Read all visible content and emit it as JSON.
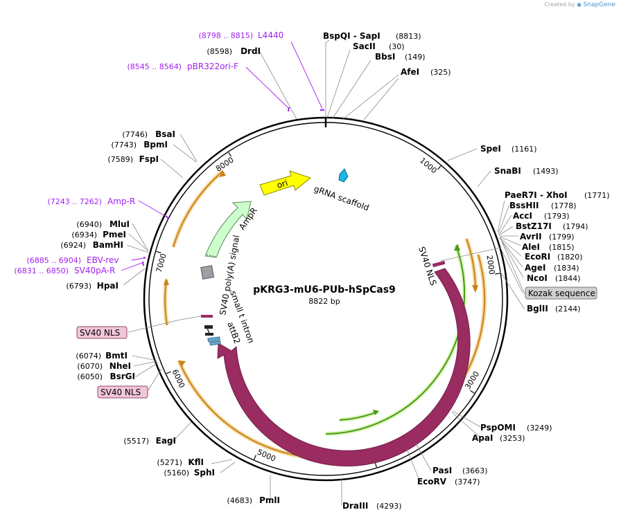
{
  "credit": {
    "prefix": "Created by",
    "brand": "SnapGene"
  },
  "plasmid": {
    "name": "pKRG3-mU6-PUb-hSpCas9",
    "length": "8822 bp"
  },
  "ticks": [
    "1000",
    "2000",
    "3000",
    "4000",
    "5000",
    "6000",
    "7000",
    "8000"
  ],
  "enzymes": [
    {
      "name": "BspQI",
      "name2": "SapI",
      "pos": "(8813)"
    },
    {
      "name": "SacII",
      "pos": "(30)"
    },
    {
      "name": "BbsI",
      "pos": "(149)"
    },
    {
      "name": "AfeI",
      "pos": "(325)"
    },
    {
      "name": "SpeI",
      "pos": "(1161)"
    },
    {
      "name": "SnaBI",
      "pos": "(1493)"
    },
    {
      "name": "PaeR7I",
      "name2": "XhoI",
      "pos": "(1771)"
    },
    {
      "name": "BssHII",
      "pos": "(1778)"
    },
    {
      "name": "AccI",
      "pos": "(1793)"
    },
    {
      "name": "BstZ17I",
      "pos": "(1794)"
    },
    {
      "name": "AvrII",
      "pos": "(1799)"
    },
    {
      "name": "AleI",
      "pos": "(1815)"
    },
    {
      "name": "EcoRI",
      "pos": "(1820)"
    },
    {
      "name": "AgeI",
      "pos": "(1834)"
    },
    {
      "name": "NcoI",
      "pos": "(1844)"
    },
    {
      "name": "BglII",
      "pos": "(2144)"
    },
    {
      "name": "PspOMI",
      "pos": "(3249)"
    },
    {
      "name": "ApaI",
      "pos": "(3253)"
    },
    {
      "name": "PasI",
      "pos": "(3663)"
    },
    {
      "name": "EcoRV",
      "pos": "(3747)"
    },
    {
      "name": "DraIII",
      "pos": "(4293)"
    },
    {
      "name": "PmlI",
      "pos": "(4683)"
    },
    {
      "name": "SphI",
      "pos": "(5160)"
    },
    {
      "name": "KflI",
      "pos": "(5271)"
    },
    {
      "name": "EagI",
      "pos": "(5517)"
    },
    {
      "name": "BsrGI",
      "pos": "(6050)"
    },
    {
      "name": "NheI",
      "pos": "(6070)"
    },
    {
      "name": "BmtI",
      "pos": "(6074)"
    },
    {
      "name": "HpaI",
      "pos": "(6793)"
    },
    {
      "name": "BamHI",
      "pos": "(6924)"
    },
    {
      "name": "PmeI",
      "pos": "(6934)"
    },
    {
      "name": "MluI",
      "pos": "(6940)"
    },
    {
      "name": "FspI",
      "pos": "(7589)"
    },
    {
      "name": "BpmI",
      "pos": "(7743)"
    },
    {
      "name": "BsaI",
      "pos": "(7746)"
    },
    {
      "name": "DrdI",
      "pos": "(8598)"
    }
  ],
  "primers": [
    {
      "name": "L4440",
      "pos": "(8798 .. 8815)"
    },
    {
      "name": "pBR322ori-F",
      "pos": "(8545 .. 8564)"
    },
    {
      "name": "Amp-R",
      "pos": "(7243 .. 7262)"
    },
    {
      "name": "EBV-rev",
      "pos": "(6885 .. 6904)"
    },
    {
      "name": "SV40pA-R",
      "pos": "(6831 .. 6850)"
    }
  ],
  "boxed_labels": [
    {
      "name": "Kozak sequence"
    },
    {
      "name": "SV40 NLS"
    },
    {
      "name": "SV40 NLS"
    }
  ],
  "features": {
    "ori": "ori",
    "grna": "gRNA scaffold",
    "ampr": "AmpR",
    "sv40pa": "SV40 poly(A) signal",
    "small_t": "small t intron",
    "attb2": "attB2",
    "sv40nls": "SV40 NLS",
    "cas9": "Cas9"
  },
  "colors": {
    "backbone": "#000000",
    "cas9": "#9a2c62",
    "ori": "#ffff00",
    "ampr": "#ccffcc",
    "orf_orange": "#e8a33a",
    "orf_green": "#7ed321",
    "grna": "#1eb4e6",
    "polyA": "#9aa0a6",
    "nls": "#9a2c62",
    "primer": "#a020f0",
    "box_pink": "#f2c6d8",
    "box_grey": "#d0d0d0"
  }
}
